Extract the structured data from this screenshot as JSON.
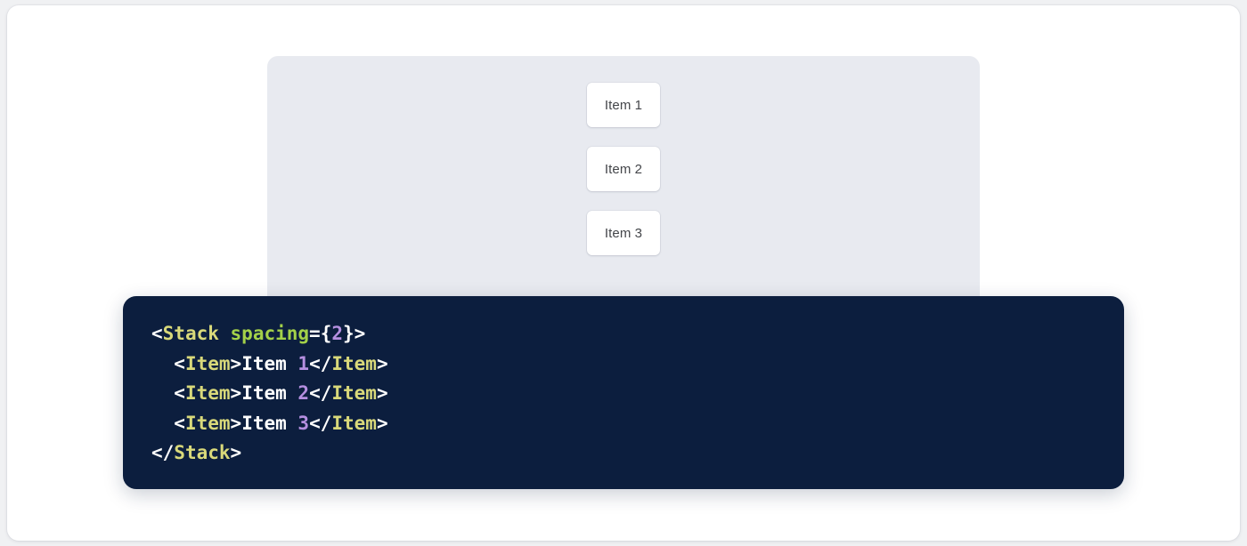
{
  "theme": {
    "page_background": "#f0f1f3",
    "card_background": "#ffffff",
    "panel_background": "#e8eaf0",
    "item_background": "#ffffff",
    "item_text_color": "#44464a",
    "code_background": "#0c1e3e",
    "code_default_color": "#ffffff",
    "code_tag_color": "#d9d97a",
    "code_attr_color": "#a3d149",
    "code_number_color": "#b58fe0"
  },
  "preview": {
    "component_name": "Stack",
    "items": [
      {
        "label": "Item 1"
      },
      {
        "label": "Item 2"
      },
      {
        "label": "Item 3"
      }
    ]
  },
  "code": {
    "language": "jsx",
    "lines": [
      {
        "indent": "",
        "tokens": [
          {
            "type": "punc",
            "text": "<"
          },
          {
            "type": "tag",
            "text": "Stack"
          },
          {
            "type": "punc",
            "text": " "
          },
          {
            "type": "attr",
            "text": "spacing"
          },
          {
            "type": "punc",
            "text": "={"
          },
          {
            "type": "num",
            "text": "2"
          },
          {
            "type": "punc",
            "text": "}>"
          }
        ]
      },
      {
        "indent": "  ",
        "tokens": [
          {
            "type": "punc",
            "text": "<"
          },
          {
            "type": "tag",
            "text": "Item"
          },
          {
            "type": "punc",
            "text": ">"
          },
          {
            "type": "text",
            "text": "Item "
          },
          {
            "type": "num",
            "text": "1"
          },
          {
            "type": "punc",
            "text": "</"
          },
          {
            "type": "tag",
            "text": "Item"
          },
          {
            "type": "punc",
            "text": ">"
          }
        ]
      },
      {
        "indent": "  ",
        "tokens": [
          {
            "type": "punc",
            "text": "<"
          },
          {
            "type": "tag",
            "text": "Item"
          },
          {
            "type": "punc",
            "text": ">"
          },
          {
            "type": "text",
            "text": "Item "
          },
          {
            "type": "num",
            "text": "2"
          },
          {
            "type": "punc",
            "text": "</"
          },
          {
            "type": "tag",
            "text": "Item"
          },
          {
            "type": "punc",
            "text": ">"
          }
        ]
      },
      {
        "indent": "  ",
        "tokens": [
          {
            "type": "punc",
            "text": "<"
          },
          {
            "type": "tag",
            "text": "Item"
          },
          {
            "type": "punc",
            "text": ">"
          },
          {
            "type": "text",
            "text": "Item "
          },
          {
            "type": "num",
            "text": "3"
          },
          {
            "type": "punc",
            "text": "</"
          },
          {
            "type": "tag",
            "text": "Item"
          },
          {
            "type": "punc",
            "text": ">"
          }
        ]
      },
      {
        "indent": "",
        "tokens": [
          {
            "type": "punc",
            "text": "</"
          },
          {
            "type": "tag",
            "text": "Stack"
          },
          {
            "type": "punc",
            "text": ">"
          }
        ]
      }
    ]
  }
}
